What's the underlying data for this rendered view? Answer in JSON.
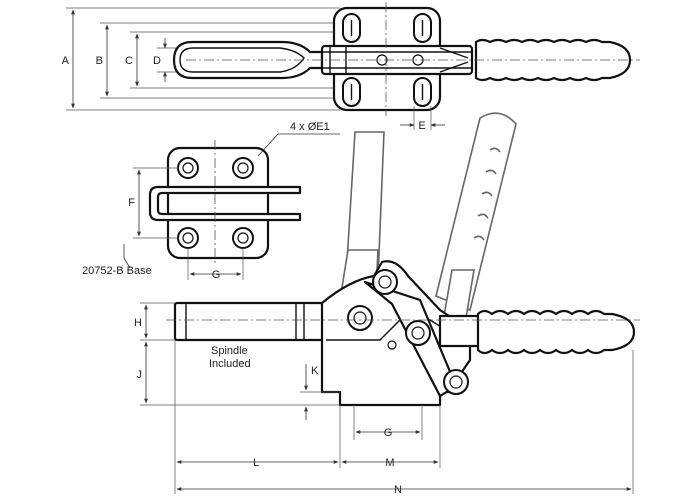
{
  "dimensions": {
    "a": "A",
    "b": "B",
    "c": "C",
    "d": "D",
    "e": "E",
    "f": "F",
    "g_base": "G",
    "g_front": "G",
    "h": "H",
    "j": "J",
    "k": "K",
    "l": "L",
    "m": "M",
    "n": "N"
  },
  "notes": {
    "holes": "4 x ØE1",
    "base_model": "20752-B Base",
    "spindle_line1": "Spindle",
    "spindle_line2": "Included"
  }
}
